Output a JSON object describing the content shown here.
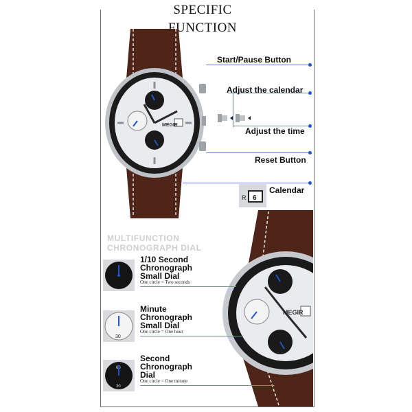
{
  "title": "SPECIFIC FUNCTION",
  "callouts": {
    "start_pause": "Start/Pause Button",
    "adjust_calendar": "Adjust the calendar",
    "adjust_time": "Adjust the time",
    "reset": "Reset Button",
    "calendar": "Calendar"
  },
  "brand": "MEGIR",
  "calendar_window": {
    "letter": "R",
    "number": "6"
  },
  "multifunction": {
    "line1": "MULTIFUNCTION",
    "line2": "CHRONOGRAPH DIAL"
  },
  "dials": [
    {
      "title_lines": [
        "1/10 Second",
        "Chronograph",
        "Small Dial"
      ],
      "note": "One circle = Two seconds"
    },
    {
      "title_lines": [
        "Minute",
        "Chronograph",
        "Small Dial"
      ],
      "note": "One circle = One hour"
    },
    {
      "title_lines": [
        "Second",
        "Chronograph",
        "Dial"
      ],
      "note": "One circle = One minute"
    }
  ],
  "colors": {
    "accent_line": "#6a8bd0",
    "dot": "#1e56c7",
    "strap": "#5a2a1c",
    "bezel": "#1a1a1a"
  }
}
